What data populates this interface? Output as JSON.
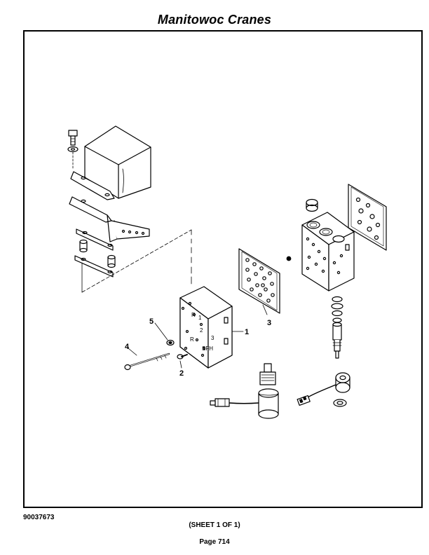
{
  "header": {
    "title": "Manitowoc Cranes"
  },
  "diagram": {
    "callouts": [
      "1",
      "2",
      "3",
      "4",
      "5"
    ],
    "valve_markings": [
      "R",
      "1",
      "2",
      "3",
      "R",
      "SFH"
    ]
  },
  "footer": {
    "document_number": "90037673",
    "sheet": "(SHEET 1 OF 1)",
    "page": "Page 714"
  }
}
